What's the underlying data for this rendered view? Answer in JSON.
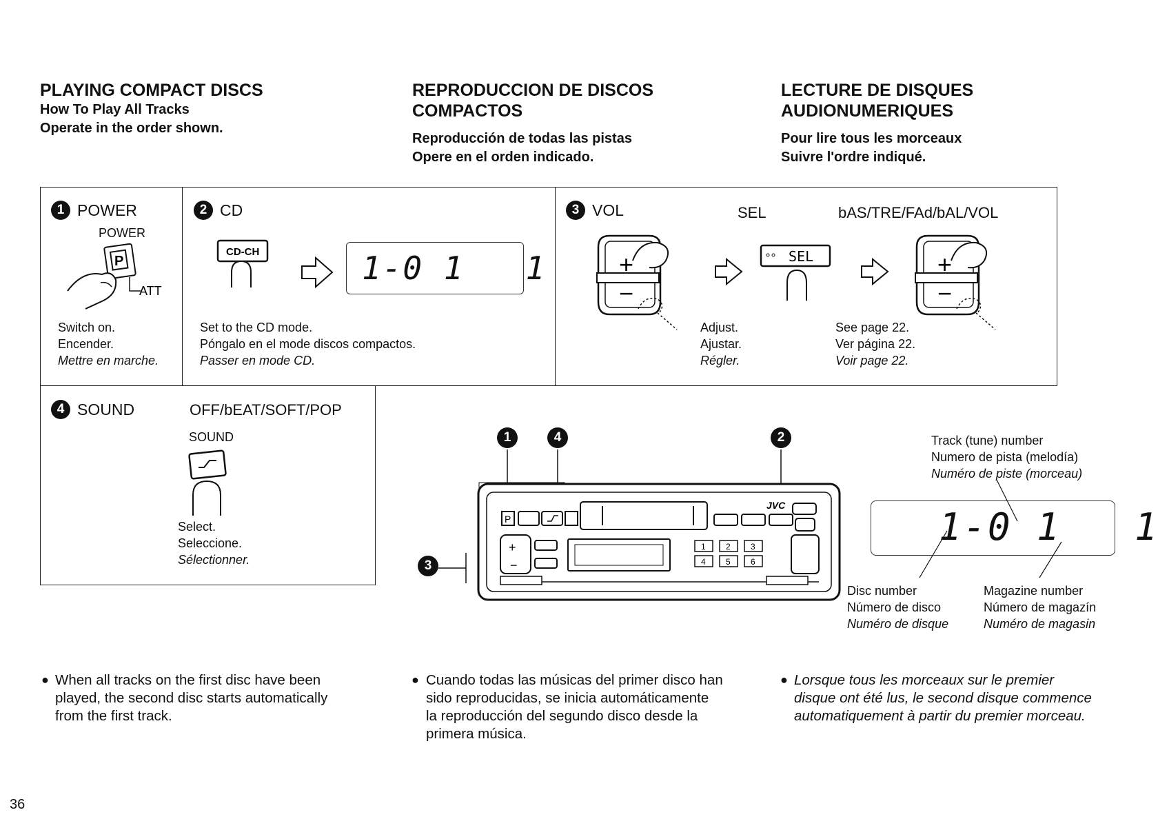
{
  "columns": [
    {
      "title_lines": [
        "PLAYING COMPACT DISCS"
      ],
      "sub_lines": [
        "How To Play All Tracks",
        "Operate in the order shown."
      ]
    },
    {
      "title_lines": [
        "REPRODUCCION DE DISCOS",
        "COMPACTOS"
      ],
      "sub_lines": [
        "Reproducción de todas las pistas",
        "Opere en el orden indicado."
      ]
    },
    {
      "title_lines": [
        "LECTURE DE DISQUES",
        "AUDIONUMERIQUES"
      ],
      "sub_lines": [
        "Pour lire tous les morceaux",
        "Suivre l'ordre indiqué."
      ]
    }
  ],
  "steps": {
    "power": {
      "num": "1",
      "label": "POWER",
      "button_caption": "POWER",
      "button_glyph": "P",
      "att": "ATT",
      "desc": [
        "Switch on.",
        "Encender.",
        "Mettre en marche."
      ]
    },
    "cd": {
      "num": "2",
      "label": "CD",
      "button_glyph": "CD-CH",
      "display": "1-0 1   1",
      "desc": [
        "Set to the CD mode.",
        "Póngalo en el mode discos compactos.",
        "Passer en mode CD."
      ]
    },
    "vol": {
      "num": "3",
      "label": "VOL",
      "sel_label": "SEL",
      "modes": "bAS/TRE/FAd/bAL/VOL",
      "sel_glyph": "SEL",
      "adjust": [
        "Adjust.",
        "Ajustar.",
        "Régler."
      ],
      "see": [
        "See page 22.",
        "Ver página 22.",
        "Voir page 22."
      ]
    },
    "sound": {
      "num": "4",
      "label": "SOUND",
      "modes": "OFF/bEAT/SOFT/POP",
      "button_caption": "SOUND",
      "desc": [
        "Select.",
        "Seleccione.",
        "Sélectionner."
      ]
    }
  },
  "unit": {
    "brand": "JVC",
    "callouts": [
      "1",
      "4",
      "2",
      "3"
    ],
    "preset_keys": [
      "1",
      "2",
      "3",
      "4",
      "5",
      "6"
    ]
  },
  "display_detail": {
    "readout": "1-0 1   1",
    "track": [
      "Track (tune) number",
      "Numero de pista (melodía)",
      "Numéro de piste (morceau)"
    ],
    "disc": [
      "Disc number",
      "Número de disco",
      "Numéro de disque"
    ],
    "magazine": [
      "Magazine number",
      "Número de magazín",
      "Numéro de magasin"
    ]
  },
  "notes": {
    "en": [
      "When all tracks on the first disc have been",
      "played, the second disc starts automatically",
      "from the first track."
    ],
    "es": [
      "Cuando todas las músicas del primer disco han",
      "sido reproducidas, se inicia automáticamente",
      "la reproducción del segundo disco desde la",
      "primera música."
    ],
    "fr": [
      "Lorsque tous les morceaux sur le premier",
      "disque ont été lus, le second disque commence",
      "automatiquement à partir du premier morceau."
    ]
  },
  "page_number": "36"
}
